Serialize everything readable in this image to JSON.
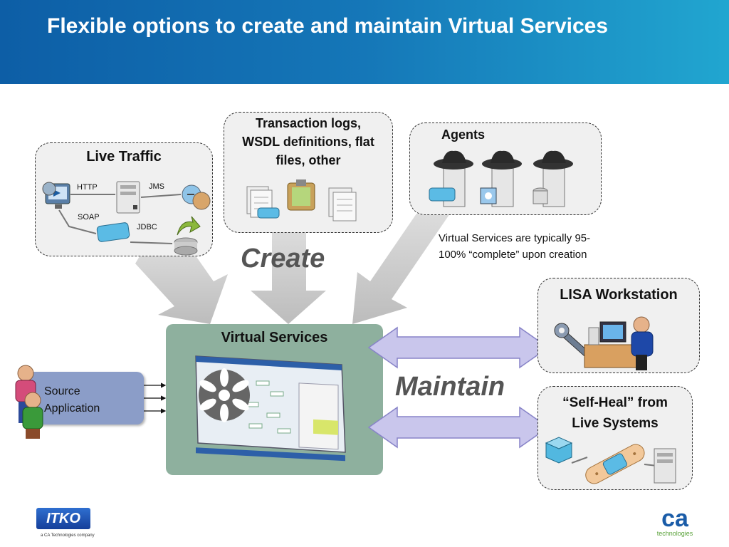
{
  "slide": {
    "title": "Flexible options to create and maintain Virtual Services"
  },
  "live_traffic": {
    "title": "Live Traffic",
    "protocols": [
      "HTTP",
      "JMS",
      "SOAP",
      "JDBC"
    ]
  },
  "transaction_logs": {
    "title_line1": "Transaction logs,",
    "title_line2": "WSDL definitions, flat",
    "title_line3": "files, other"
  },
  "agents": {
    "title": "Agents"
  },
  "note": {
    "line1": "Virtual Services are typically 95-",
    "line2": "100% “complete” upon creation"
  },
  "create_label": "Create",
  "maintain_label": "Maintain",
  "virtual_services": {
    "title": "Virtual Services"
  },
  "source_app": {
    "line1": "Source",
    "line2": "Application"
  },
  "lisa_workstation": {
    "title": "LISA Workstation"
  },
  "self_heal": {
    "line1": "“Self-Heal” from",
    "line2": "Live Systems"
  },
  "logos": {
    "itko": "ITKO",
    "itko_sub": "a CA Technologies company",
    "ca": "ca",
    "ca_sub": "technologies"
  },
  "colors": {
    "header": "#1577b8",
    "green_panel": "#8eb09e",
    "source_box": "#8b9dc8",
    "arrow_fill": "#c9c6ec"
  }
}
